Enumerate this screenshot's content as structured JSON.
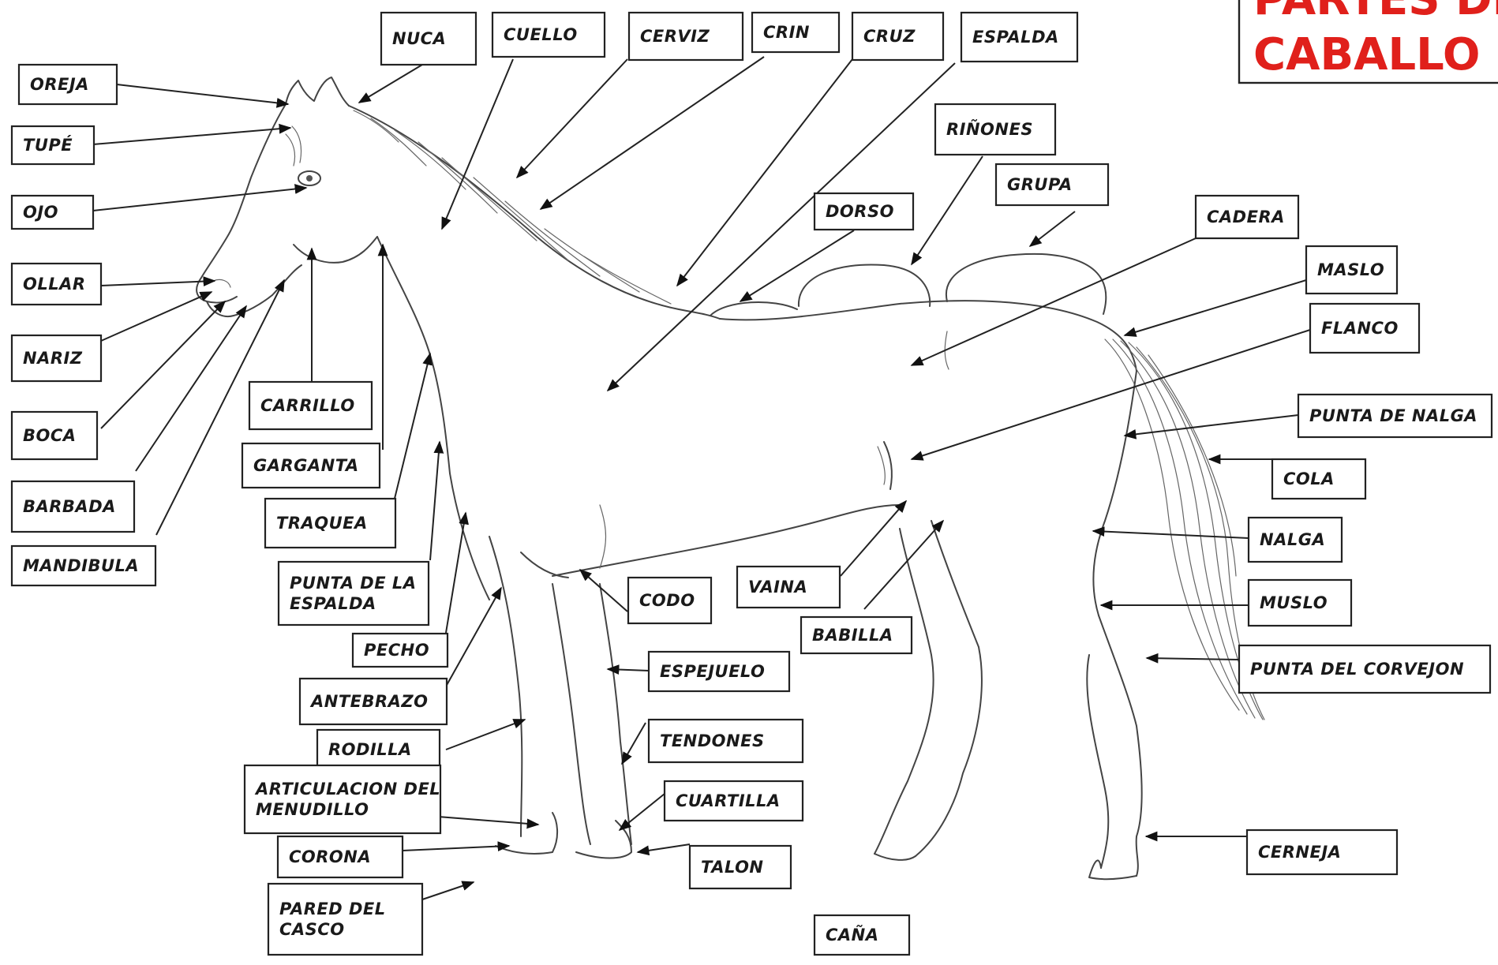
{
  "title": {
    "line1": "PARTES DEL",
    "line2": "CABALLO",
    "color": "#e0201b"
  },
  "labels": [
    "NUCA",
    "CUELLO",
    "CERVIZ",
    "CRIN",
    "CRUZ",
    "ESPALDA",
    "OREJA",
    "TUPÉ",
    "OJO",
    "OLLAR",
    "NARIZ",
    "BOCA",
    "BARBADA",
    "MANDIBULA",
    "CARRILLO",
    "GARGANTA",
    "TRAQUEA",
    "PUNTA DE LA ESPALDA",
    "PECHO",
    "ANTEBRAZO",
    "RODILLA",
    "ARTICULACION DEL MENUDILLO",
    "CORONA",
    "PARED DEL CASCO",
    "CODO",
    "ESPEJUELO",
    "TENDONES",
    "CUARTILLA",
    "TALON",
    "CAÑA",
    "VAINA",
    "BABILLA",
    "RIÑONES",
    "GRUPA",
    "DORSO",
    "CADERA",
    "MASLO",
    "FLANCO",
    "PUNTA DE NALGA",
    "COLA",
    "NALGA",
    "MUSLO",
    "PUNTA DEL CORVEJON",
    "CERNEJA"
  ]
}
